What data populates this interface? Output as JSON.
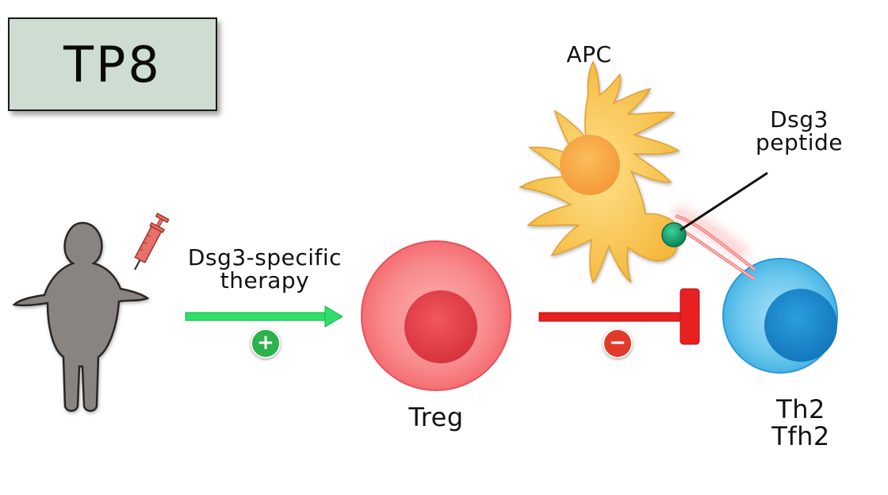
{
  "title": "TP8",
  "labels": {
    "therapy": "Dsg3-specific\ntherapy",
    "treg": "Treg",
    "apc": "APC",
    "peptide": "Dsg3\npeptide",
    "th": "Th2\nTfh2"
  },
  "signs": {
    "plus": "+",
    "minus": "−"
  },
  "icons": {
    "patient": "person-silhouette-icon",
    "syringe": "syringe-icon",
    "stimulate": "right-arrow-icon",
    "inhibit": "inhibition-bar-icon"
  },
  "colors": {
    "title_box": "#cfdcd2",
    "patient": "#8a8480",
    "syringe": "#e8706a",
    "activation_arrow": "#2ee06a",
    "inhibition_arrow": "#e82020",
    "plus_badge": "#2bb24a",
    "minus_badge": "#e23a2a",
    "treg_outer": "#f7888a",
    "treg_nucleus": "#e8444c",
    "apc_body": "#f8c450",
    "apc_nucleus": "#f8a848",
    "peptide": "#14a070",
    "th_outer": "#6cc8ee",
    "th_nucleus": "#1a8cd0"
  }
}
